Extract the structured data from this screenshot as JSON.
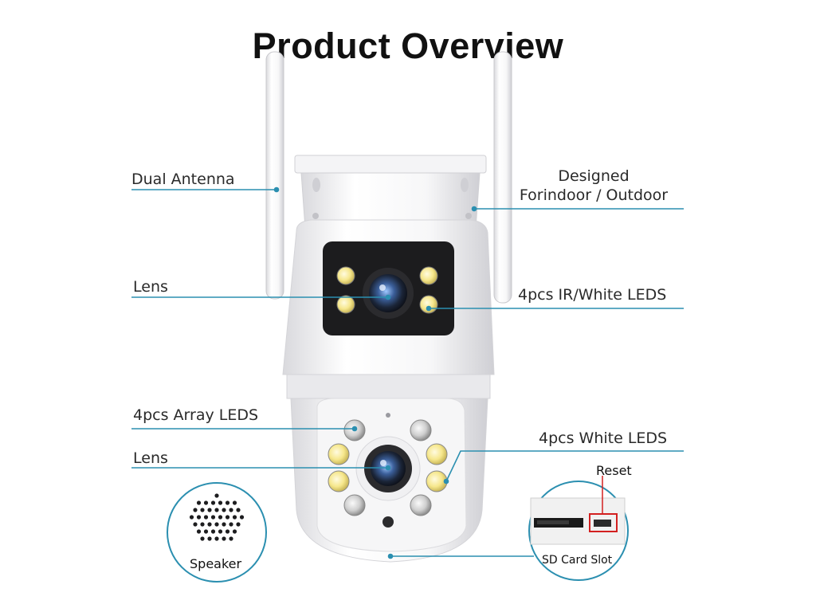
{
  "title": "Product Overview",
  "labels": {
    "dual_antenna": "Dual Antenna",
    "designed_line1": "Designed",
    "designed_line2": "Forindoor / Outdoor",
    "lens_top": "Lens",
    "ir_white_leds": "4pcs IR/White LEDS",
    "array_leds": "4pcs Array LEDS",
    "white_leds": "4pcs White LEDS",
    "lens_bottom": "Lens",
    "reset": "Reset",
    "speaker": "Speaker",
    "sd_card_slot": "SD Card Slot"
  },
  "colors": {
    "leader_line": "#2b8fb0",
    "camera_body": "#f2f2f4",
    "lens_panel": "#1c1c1e",
    "led_yellow": "#f3e38a",
    "led_white": "#d8d8d8"
  }
}
